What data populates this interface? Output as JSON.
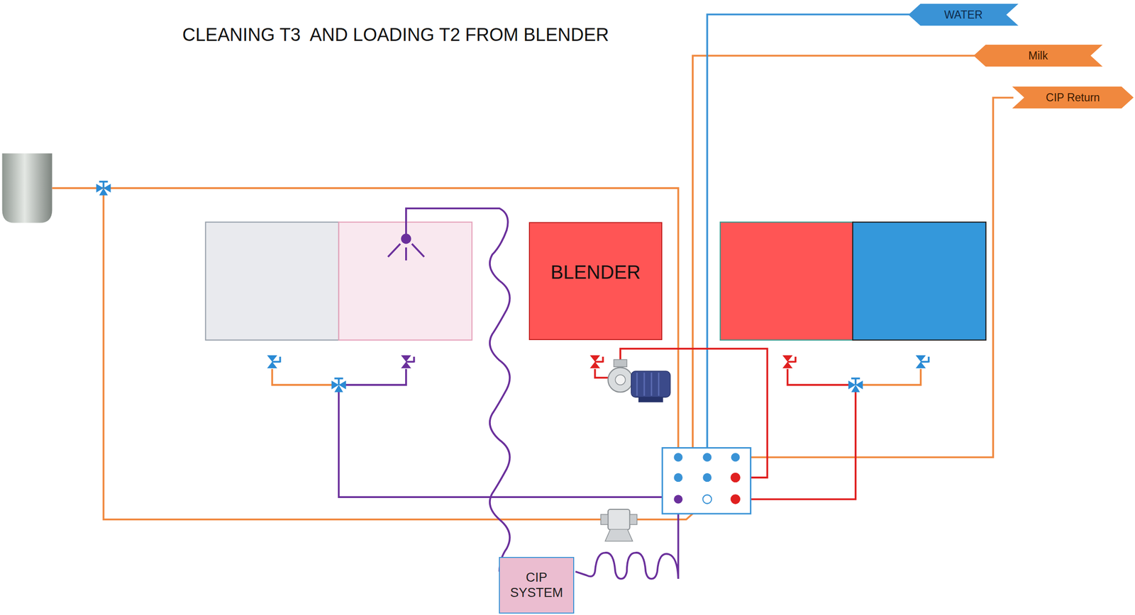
{
  "diagram": {
    "title": "CLEANING T3  AND LOADING T2 FROM BLENDER",
    "nodes": [
      {
        "text": [
          "WATER"
        ]
      },
      {
        "text": [
          "Milk"
        ]
      },
      {
        "text": [
          "CIP Return"
        ]
      },
      {
        "text": [
          "BLENDER"
        ]
      },
      {
        "text": [
          "CIP SYSTEM"
        ]
      }
    ]
  }
}
